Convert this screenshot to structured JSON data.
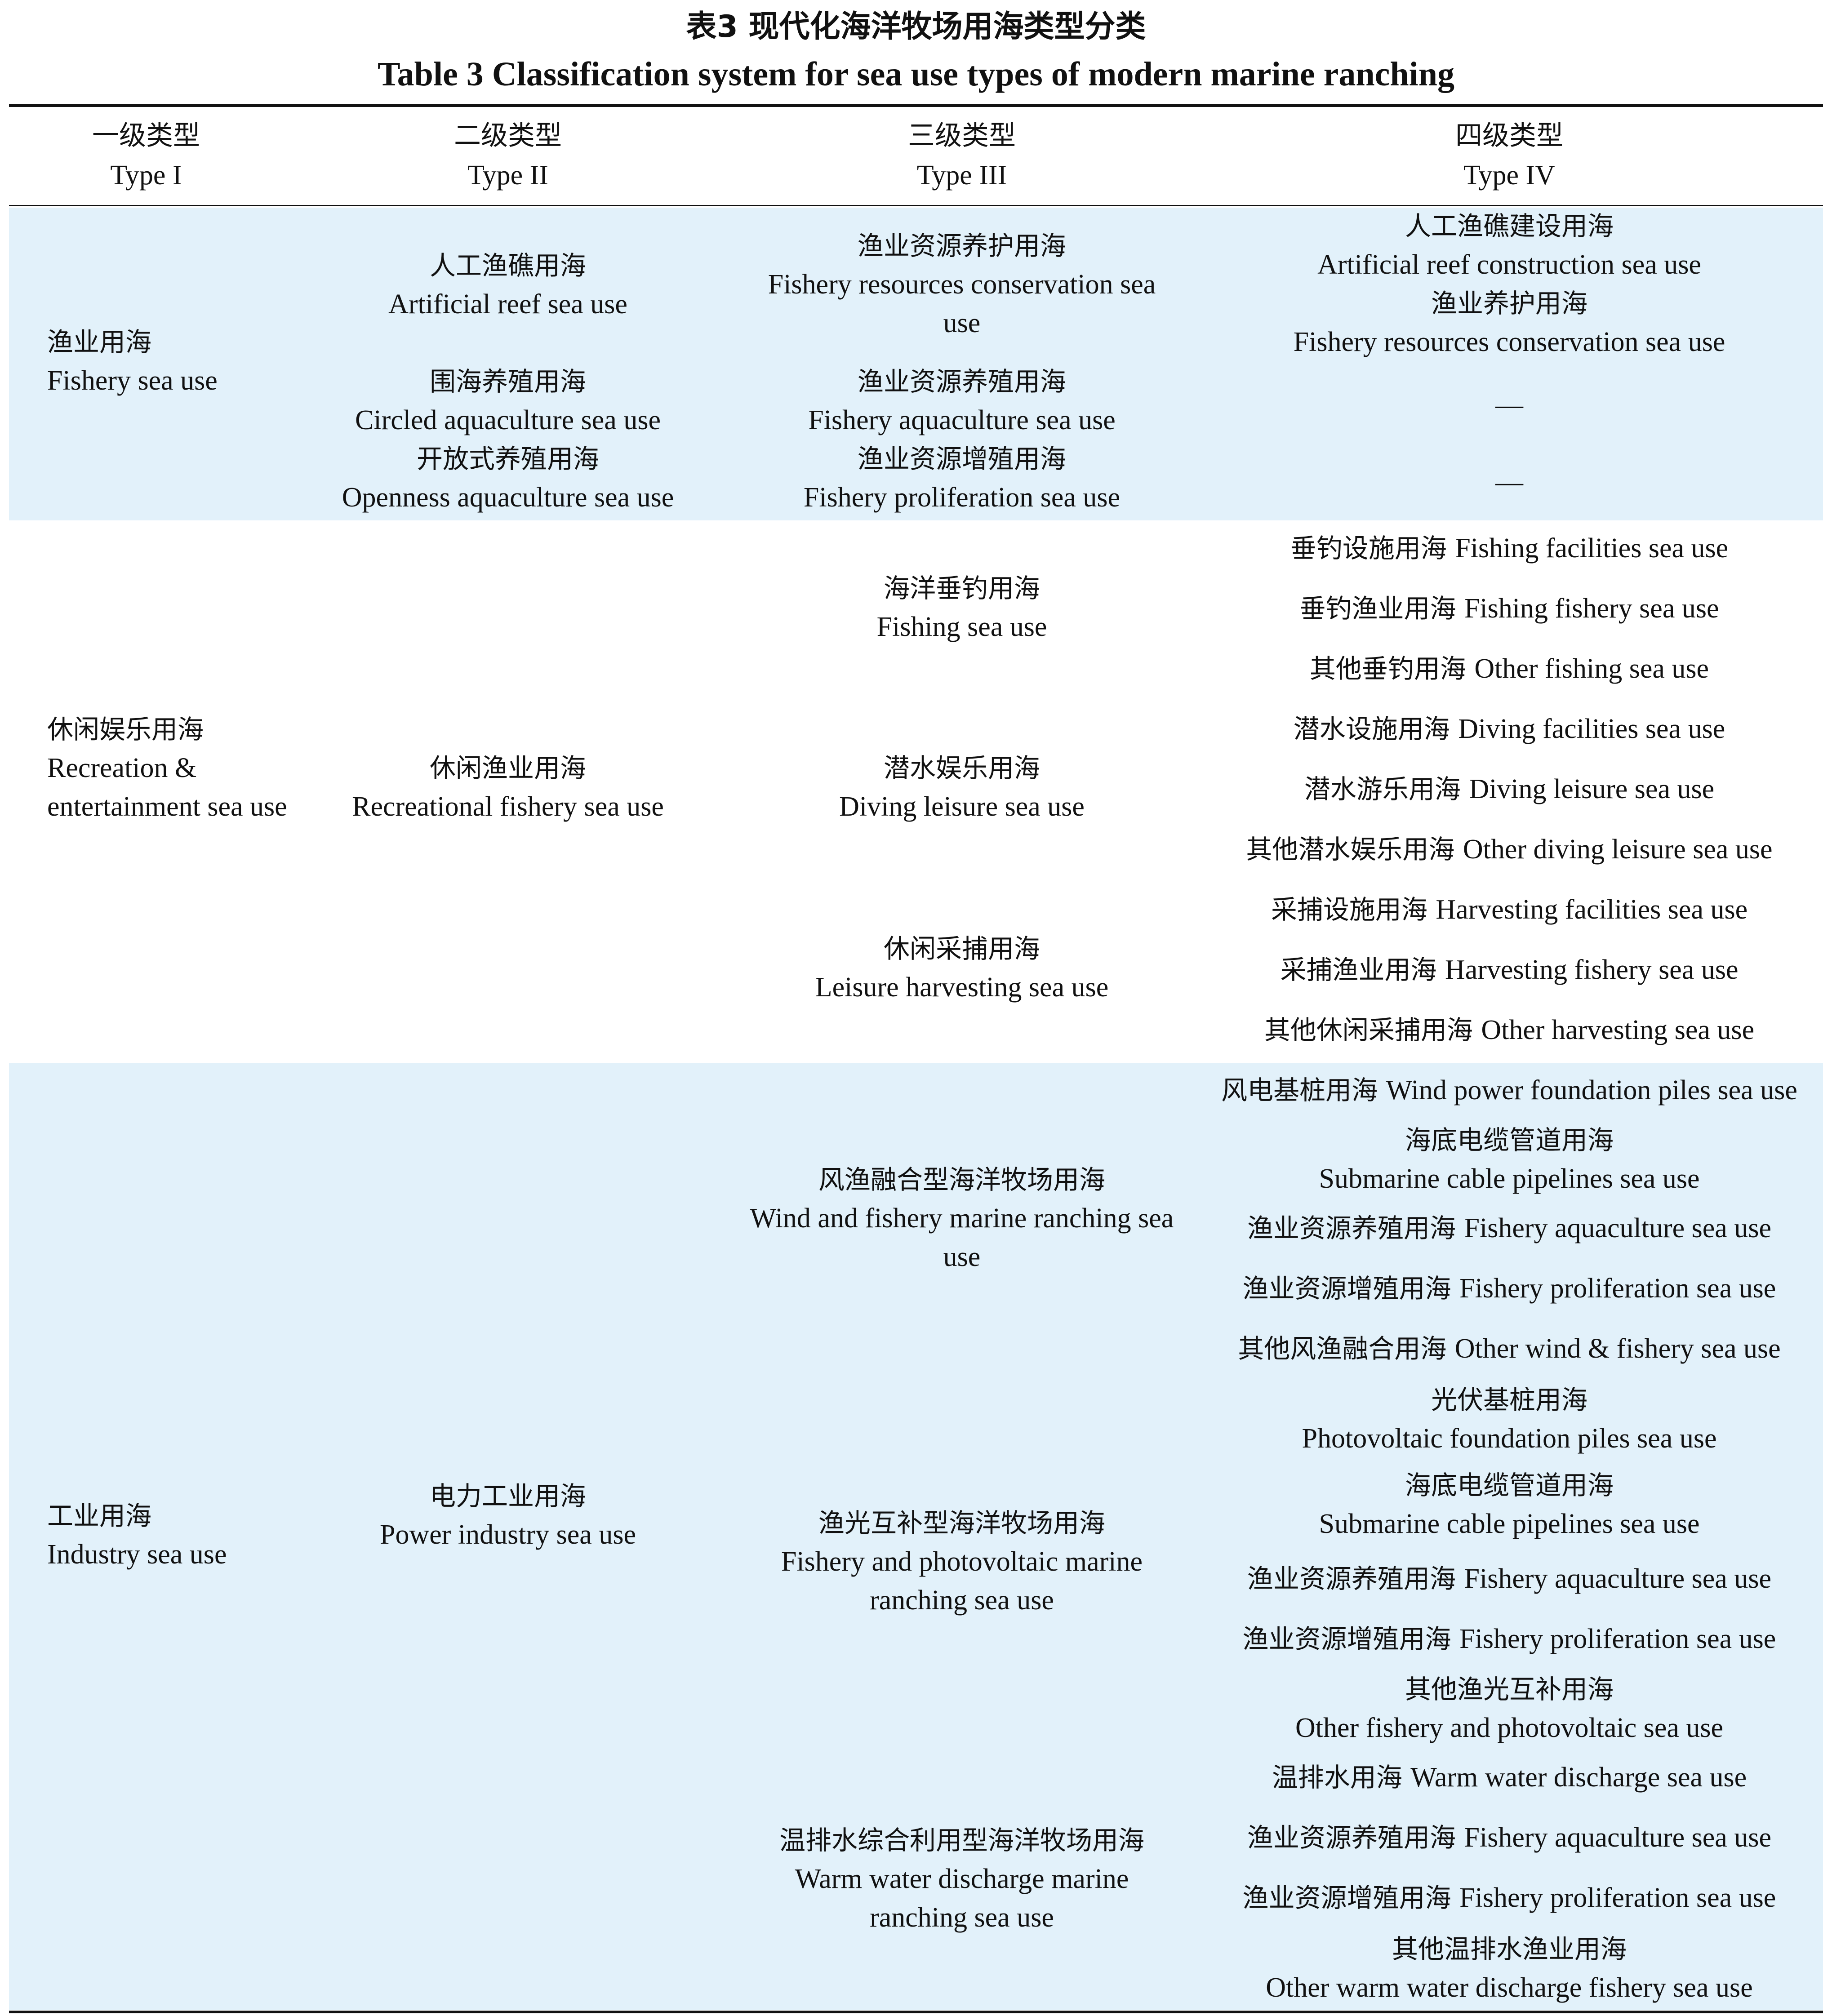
{
  "title": {
    "zh": "表3  现代化海洋牧场用海类型分类",
    "en": "Table 3    Classification system for sea use types of modern marine ranching"
  },
  "headers": [
    {
      "zh": "一级类型",
      "en": "Type I"
    },
    {
      "zh": "二级类型",
      "en": "Type II"
    },
    {
      "zh": "三级类型",
      "en": "Type III"
    },
    {
      "zh": "四级类型",
      "en": "Type IV"
    }
  ],
  "colors": {
    "band": "#e2f1fa",
    "rule": "#111111",
    "text": "#111111"
  },
  "fishery": {
    "type1": {
      "zh": "渔业用海",
      "en": "Fishery sea use"
    },
    "type2": [
      {
        "zh": "人工渔礁用海",
        "en": "Artificial reef sea use"
      },
      {
        "zh": "围海养殖用海",
        "en": "Circled aquaculture sea use"
      },
      {
        "zh": "开放式养殖用海",
        "en": "Openness aquaculture sea use"
      }
    ],
    "type3": [
      {
        "zh": "渔业资源养护用海",
        "en": "Fishery resources conservation sea use"
      },
      {
        "zh": "渔业资源养殖用海",
        "en": "Fishery aquaculture sea use"
      },
      {
        "zh": "渔业资源增殖用海",
        "en": "Fishery proliferation sea use"
      }
    ],
    "type4": [
      {
        "zh": "人工渔礁建设用海",
        "en": "Artificial reef construction sea use"
      },
      {
        "zh": "渔业养护用海",
        "en": "Fishery resources conservation sea use"
      },
      {
        "zh": "",
        "en": "—"
      },
      {
        "zh": "",
        "en": "—"
      }
    ]
  },
  "recreation": {
    "type1": {
      "zh": "休闲娱乐用海",
      "en": "Recreation & entertainment sea use"
    },
    "type2": {
      "zh": "休闲渔业用海",
      "en": "Recreational fishery sea use"
    },
    "type3": [
      {
        "zh": "海洋垂钓用海",
        "en": "Fishing sea use"
      },
      {
        "zh": "潜水娱乐用海",
        "en": "Diving leisure sea use"
      },
      {
        "zh": "休闲采捕用海",
        "en": "Leisure harvesting sea use"
      }
    ],
    "type4": [
      {
        "zh": "垂钓设施用海",
        "en": "Fishing facilities sea use"
      },
      {
        "zh": "垂钓渔业用海",
        "en": "Fishing fishery sea use"
      },
      {
        "zh": "其他垂钓用海",
        "en": "Other fishing sea use"
      },
      {
        "zh": "潜水设施用海",
        "en": "Diving facilities sea use"
      },
      {
        "zh": "潜水游乐用海",
        "en": "Diving leisure sea use"
      },
      {
        "zh": "其他潜水娱乐用海",
        "en": "Other diving leisure sea use"
      },
      {
        "zh": "采捕设施用海",
        "en": "Harvesting facilities sea use"
      },
      {
        "zh": "采捕渔业用海",
        "en": "Harvesting fishery sea use"
      },
      {
        "zh": "其他休闲采捕用海",
        "en": "Other harvesting sea use"
      }
    ]
  },
  "industry": {
    "type1": {
      "zh": "工业用海",
      "en": "Industry sea use"
    },
    "type2": {
      "zh": "电力工业用海",
      "en": "Power industry sea use"
    },
    "type3": [
      {
        "zh": "风渔融合型海洋牧场用海",
        "en": "Wind and fishery marine ranching sea use"
      },
      {
        "zh": "渔光互补型海洋牧场用海",
        "en": "Fishery and photovoltaic marine ranching sea use"
      },
      {
        "zh": "温排水综合利用型海洋牧场用海",
        "en": "Warm water discharge marine ranching sea use"
      }
    ],
    "type4": [
      {
        "zh": "风电基桩用海",
        "en": "Wind power foundation piles sea use"
      },
      {
        "zh": "海底电缆管道用海",
        "en": "Submarine cable pipelines sea use"
      },
      {
        "zh": "渔业资源养殖用海",
        "en": "Fishery aquaculture sea use"
      },
      {
        "zh": "渔业资源增殖用海",
        "en": "Fishery proliferation sea use"
      },
      {
        "zh": "其他风渔融合用海",
        "en": "Other wind & fishery sea use"
      },
      {
        "zh": "光伏基桩用海",
        "en": "Photovoltaic foundation piles sea use"
      },
      {
        "zh": "海底电缆管道用海",
        "en": "Submarine cable pipelines sea use"
      },
      {
        "zh": "渔业资源养殖用海",
        "en": "Fishery aquaculture sea use"
      },
      {
        "zh": "渔业资源增殖用海",
        "en": "Fishery proliferation sea use"
      },
      {
        "zh": "其他渔光互补用海",
        "en": "Other fishery and photovoltaic sea use"
      },
      {
        "zh": "温排水用海",
        "en": "Warm water discharge sea use"
      },
      {
        "zh": "渔业资源养殖用海",
        "en": "Fishery aquaculture sea use"
      },
      {
        "zh": "渔业资源增殖用海",
        "en": "Fishery proliferation sea use"
      },
      {
        "zh": "其他温排水渔业用海",
        "en": "Other warm water discharge fishery sea use"
      }
    ]
  }
}
